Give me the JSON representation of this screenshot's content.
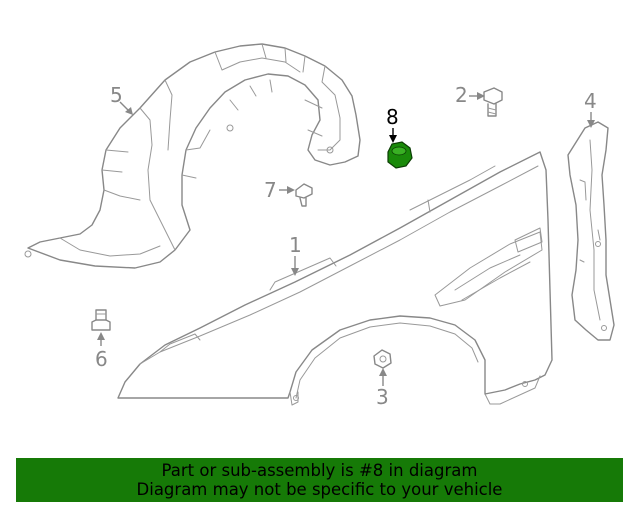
{
  "diagram": {
    "callouts": [
      {
        "id": "1",
        "label": "1",
        "highlighted": false
      },
      {
        "id": "2",
        "label": "2",
        "highlighted": false
      },
      {
        "id": "3",
        "label": "3",
        "highlighted": false
      },
      {
        "id": "4",
        "label": "4",
        "highlighted": false
      },
      {
        "id": "5",
        "label": "5",
        "highlighted": false
      },
      {
        "id": "6",
        "label": "6",
        "highlighted": false
      },
      {
        "id": "7",
        "label": "7",
        "highlighted": false
      },
      {
        "id": "8",
        "label": "8",
        "highlighted": true
      }
    ],
    "colors": {
      "line": "#888888",
      "highlight_part": "#1a8a0a",
      "highlight_label": "#000000"
    }
  },
  "banner": {
    "line1": "Part or sub-assembly is #8 in diagram",
    "line2": "Diagram may not be specific to your vehicle",
    "background": "#167a07"
  }
}
